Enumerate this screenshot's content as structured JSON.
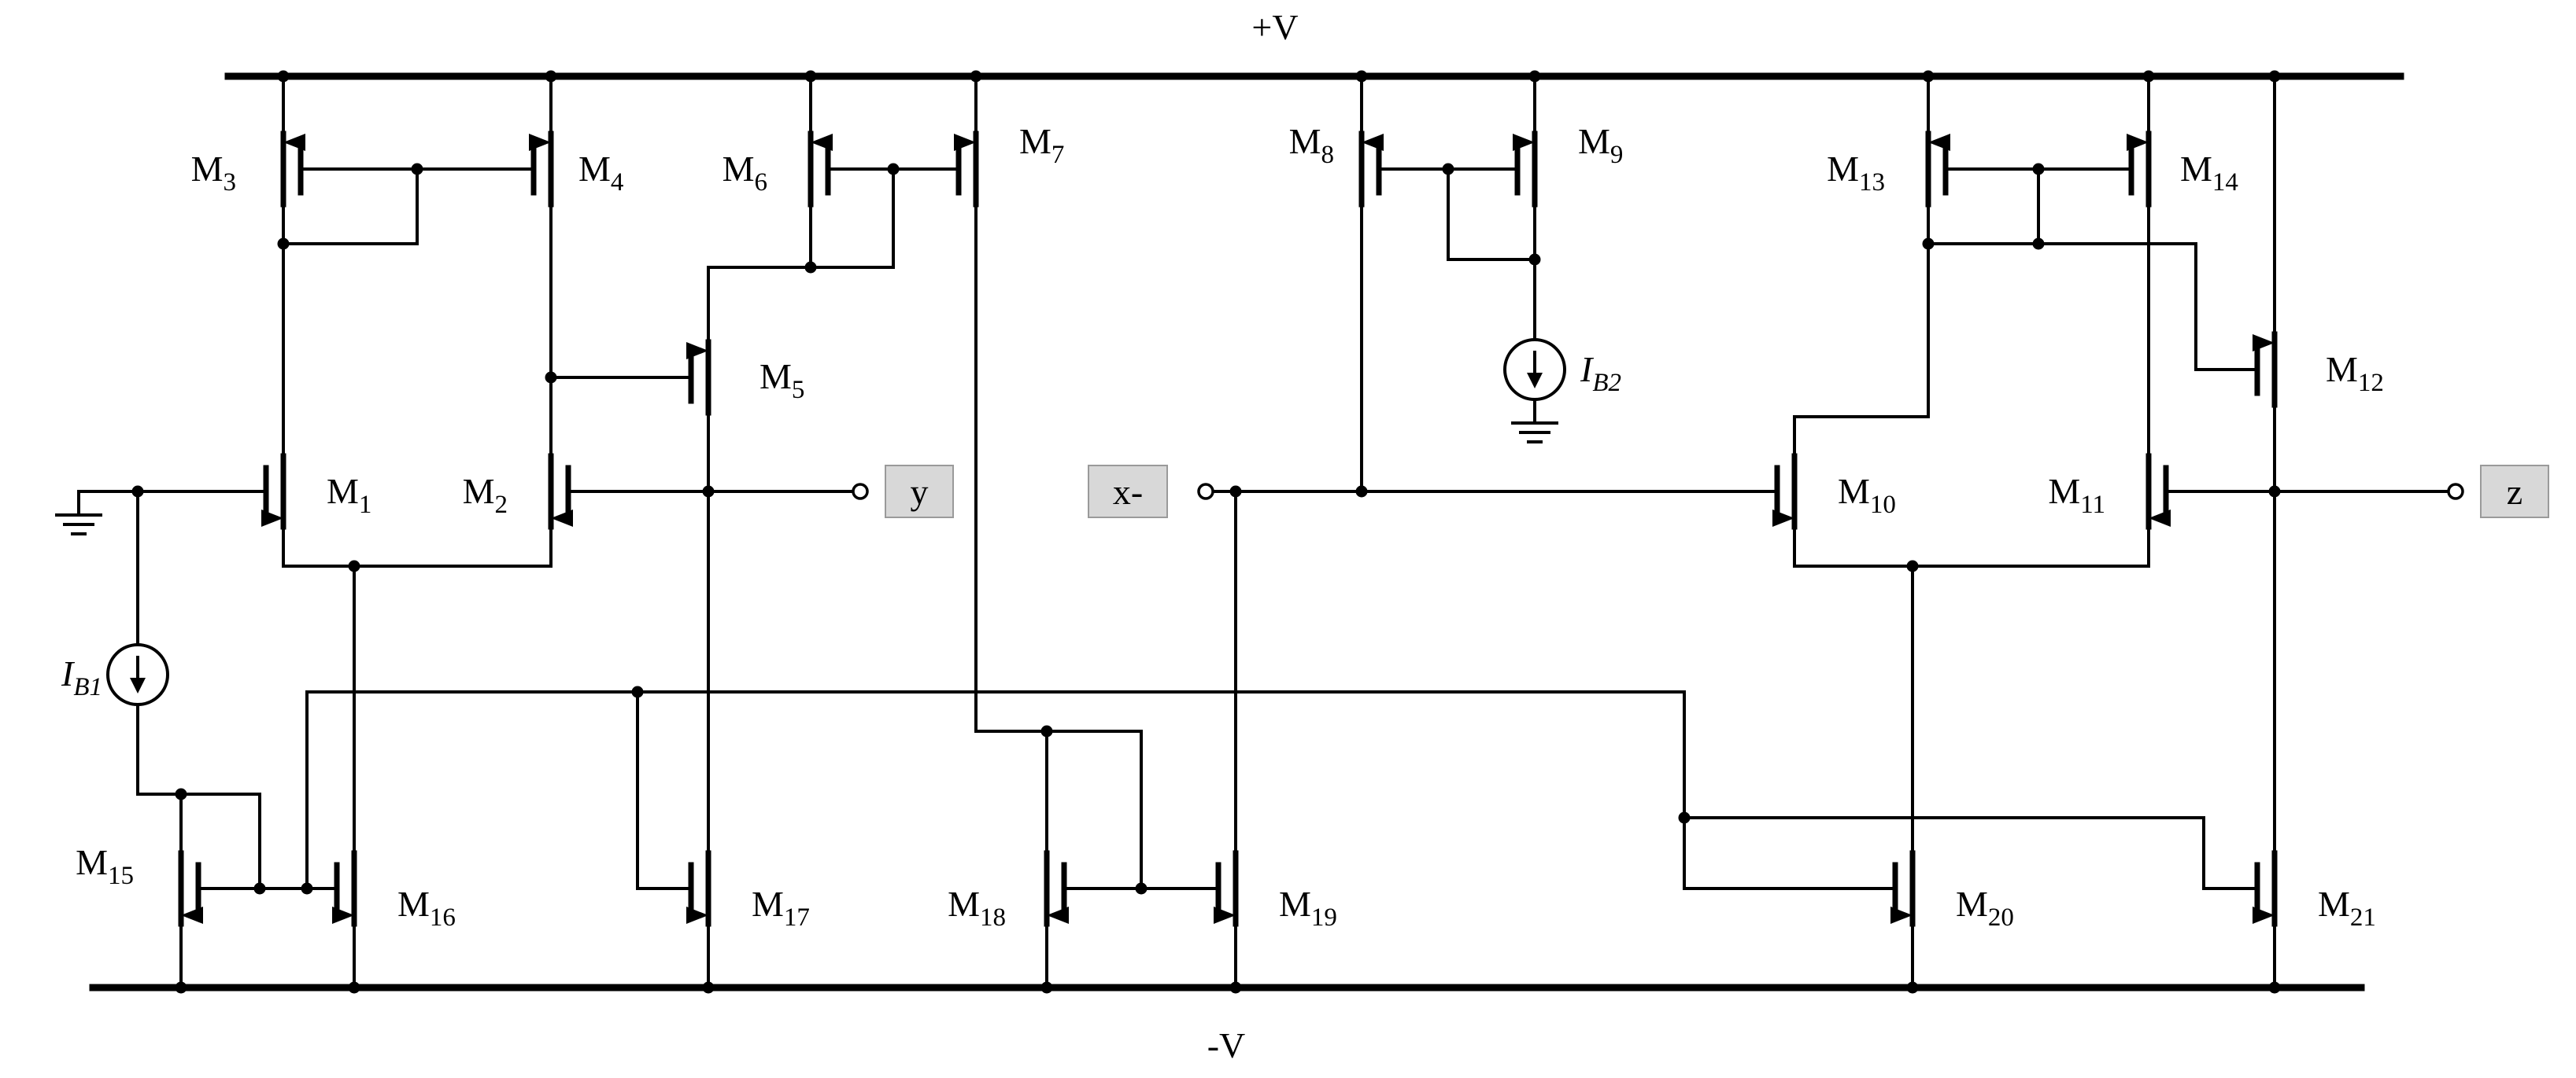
{
  "figure": {
    "supply_top": "+V",
    "supply_bottom": "-V"
  },
  "transistors": [
    {
      "main": "M",
      "sub": "1"
    },
    {
      "main": "M",
      "sub": "2"
    },
    {
      "main": "M",
      "sub": "3"
    },
    {
      "main": "M",
      "sub": "4"
    },
    {
      "main": "M",
      "sub": "5"
    },
    {
      "main": "M",
      "sub": "6"
    },
    {
      "main": "M",
      "sub": "7"
    },
    {
      "main": "M",
      "sub": "8"
    },
    {
      "main": "M",
      "sub": "9"
    },
    {
      "main": "M",
      "sub": "10"
    },
    {
      "main": "M",
      "sub": "11"
    },
    {
      "main": "M",
      "sub": "12"
    },
    {
      "main": "M",
      "sub": "13"
    },
    {
      "main": "M",
      "sub": "14"
    },
    {
      "main": "M",
      "sub": "15"
    },
    {
      "main": "M",
      "sub": "16"
    },
    {
      "main": "M",
      "sub": "17"
    },
    {
      "main": "M",
      "sub": "18"
    },
    {
      "main": "M",
      "sub": "19"
    },
    {
      "main": "M",
      "sub": "20"
    },
    {
      "main": "M",
      "sub": "21"
    }
  ],
  "current_sources": [
    {
      "main": "I",
      "sub": "B1"
    },
    {
      "main": "I",
      "sub": "B2"
    }
  ],
  "terminals": [
    {
      "label": "y"
    },
    {
      "label": "x-"
    },
    {
      "label": "z"
    }
  ],
  "colors": {
    "ink": "#000000",
    "terminal_box_fill": "#d8d8d8"
  }
}
